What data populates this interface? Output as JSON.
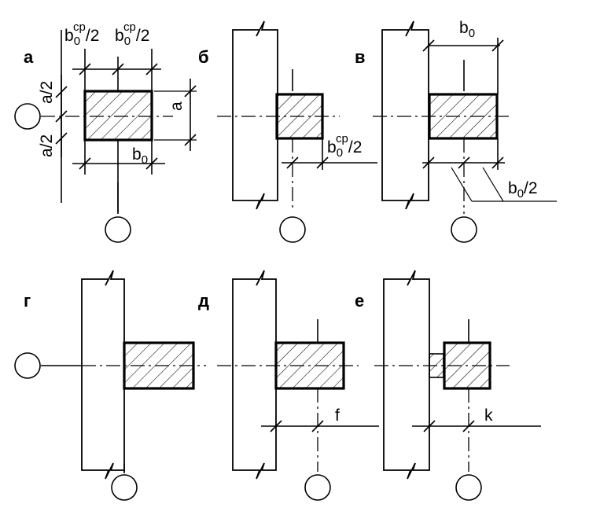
{
  "panels": {
    "a": {
      "label": "а"
    },
    "b": {
      "label": "б"
    },
    "v": {
      "label": "в"
    },
    "g": {
      "label": "г"
    },
    "d": {
      "label": "д"
    },
    "e": {
      "label": "е"
    }
  },
  "dims": {
    "b0": "b",
    "sub0": "0",
    "sup_cp": "ср",
    "half": "/2",
    "a": "a",
    "a_half": "a/2",
    "f": "f",
    "k": "k"
  }
}
